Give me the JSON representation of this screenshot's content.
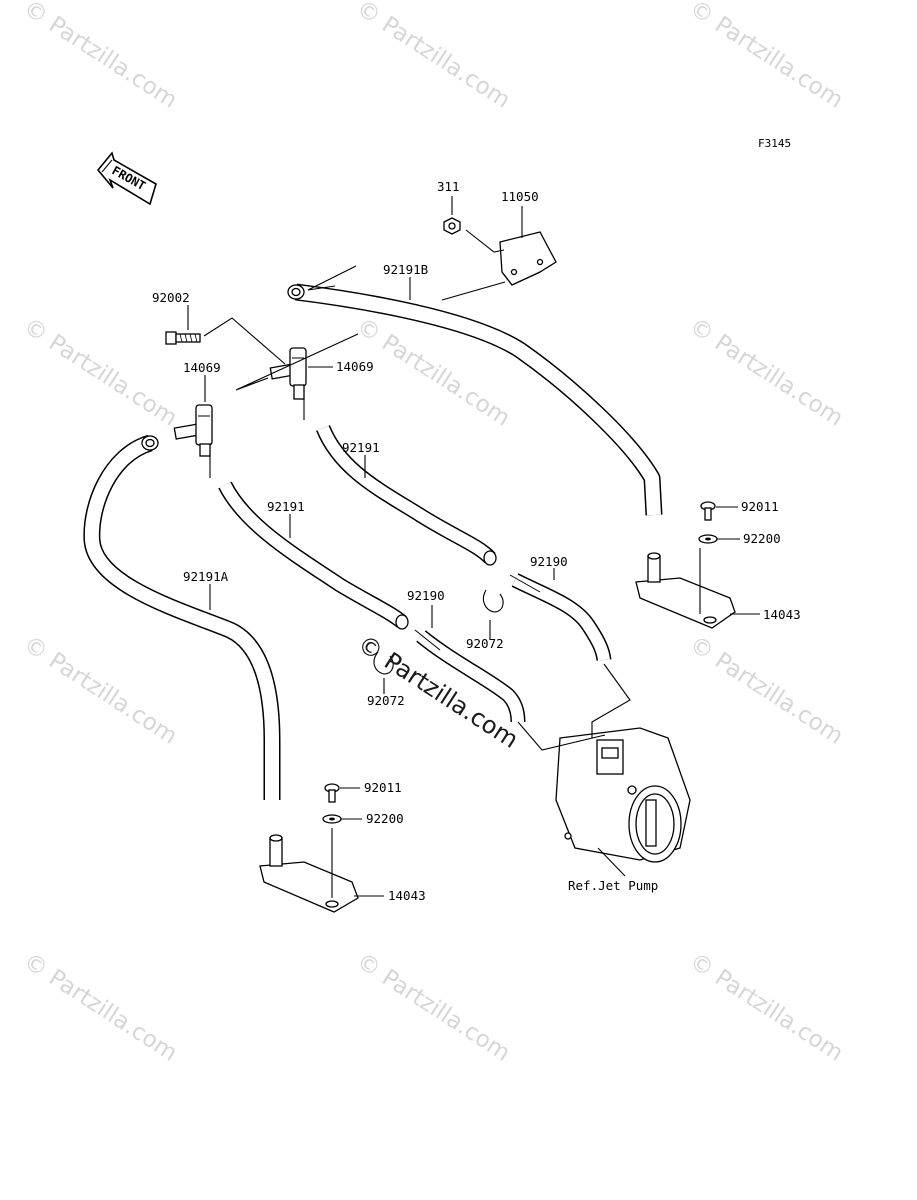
{
  "figure_code": "F3145",
  "front_label": "FRONT",
  "watermark": "© Partzilla.com",
  "parts": [
    {
      "id": "p311",
      "number": "311"
    },
    {
      "id": "p11050",
      "number": "11050"
    },
    {
      "id": "p92191b",
      "number": "92191B"
    },
    {
      "id": "p92002",
      "number": "92002"
    },
    {
      "id": "p14069a",
      "number": "14069"
    },
    {
      "id": "p14069b",
      "number": "14069"
    },
    {
      "id": "p92191a1",
      "number": "92191"
    },
    {
      "id": "p92191a2",
      "number": "92191"
    },
    {
      "id": "p92191a",
      "number": "92191A"
    },
    {
      "id": "p92011a",
      "number": "92011"
    },
    {
      "id": "p92200a",
      "number": "92200"
    },
    {
      "id": "p14043a",
      "number": "14043"
    },
    {
      "id": "p92190a",
      "number": "92190"
    },
    {
      "id": "p92190b",
      "number": "92190"
    },
    {
      "id": "p92072a",
      "number": "92072"
    },
    {
      "id": "p92072b",
      "number": "92072"
    },
    {
      "id": "p92011b",
      "number": "92011"
    },
    {
      "id": "p92200b",
      "number": "92200"
    },
    {
      "id": "p14043b",
      "number": "14043"
    },
    {
      "id": "ref",
      "number": "Ref.Jet Pump"
    }
  ]
}
